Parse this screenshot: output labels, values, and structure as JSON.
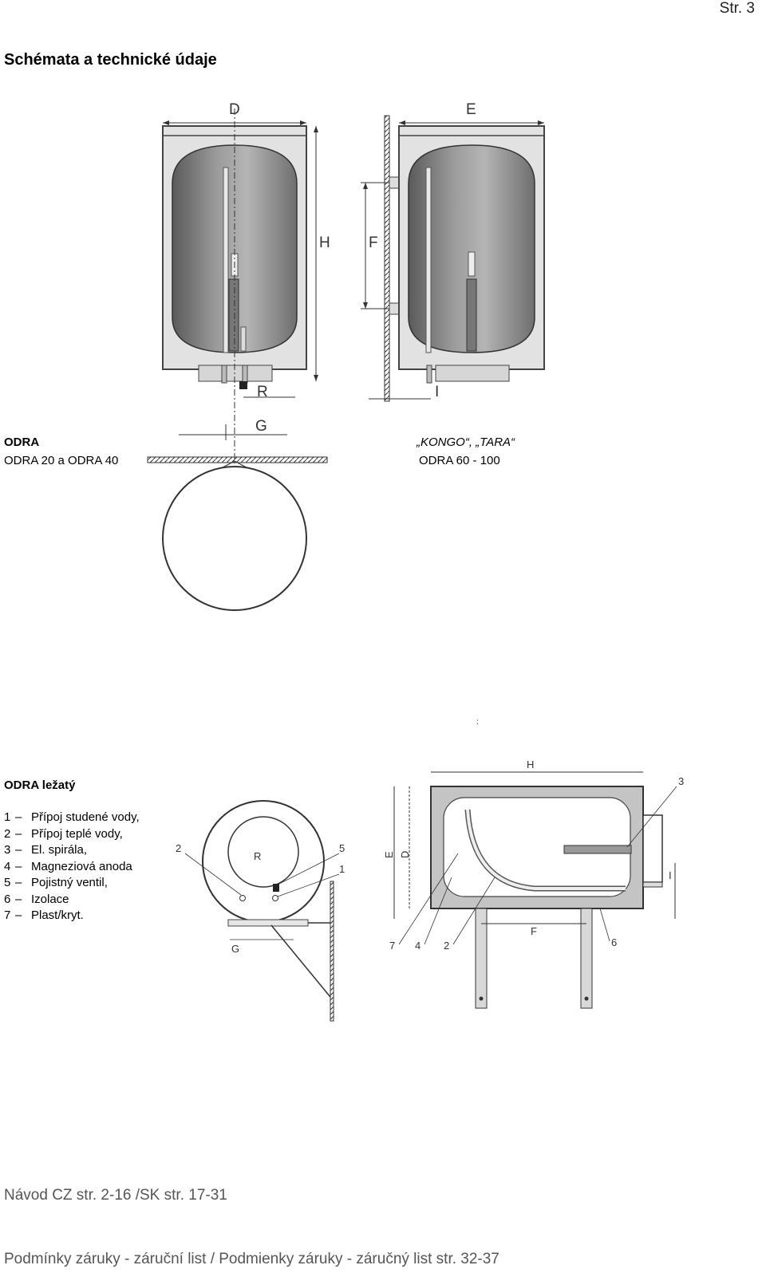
{
  "page": {
    "number": "Str. 3"
  },
  "title": "Schémata a technické údaje",
  "models": {
    "left_name": "ODRA",
    "left_sub": "ODRA 20 a ODRA 40",
    "right_name": "„KONGO“, „TARA“",
    "right_sub": "ODRA  60 - 100"
  },
  "stray_mark": ":",
  "horizontal": {
    "title": "ODRA ležatý",
    "legend": [
      {
        "num": "1",
        "text": "Přípoj studené vody,"
      },
      {
        "num": "2",
        "text": "Přípoj teplé vody,"
      },
      {
        "num": "3",
        "text": "El. spirála,"
      },
      {
        "num": "4",
        "text": "Magneziová anoda"
      },
      {
        "num": "5",
        "text": "Pojistný ventil,"
      },
      {
        "num": "6",
        "text": "Izolace"
      },
      {
        "num": "7",
        "text": "Plast/kryt."
      }
    ]
  },
  "diagram_labels": {
    "D": "D",
    "E": "E",
    "H": "H",
    "F": "F",
    "R": "R",
    "I": "I",
    "G": "G",
    "n1": "1",
    "n2": "2",
    "n3": "3",
    "n4": "4",
    "n5": "5",
    "n6": "6",
    "n7": "7"
  },
  "footer": {
    "line1": "Návod CZ str. 2-16 /SK str. 17-31",
    "line2": "Podmínky záruky - záruční list / Podmienky záruky - záručný list str. 32-37"
  }
}
